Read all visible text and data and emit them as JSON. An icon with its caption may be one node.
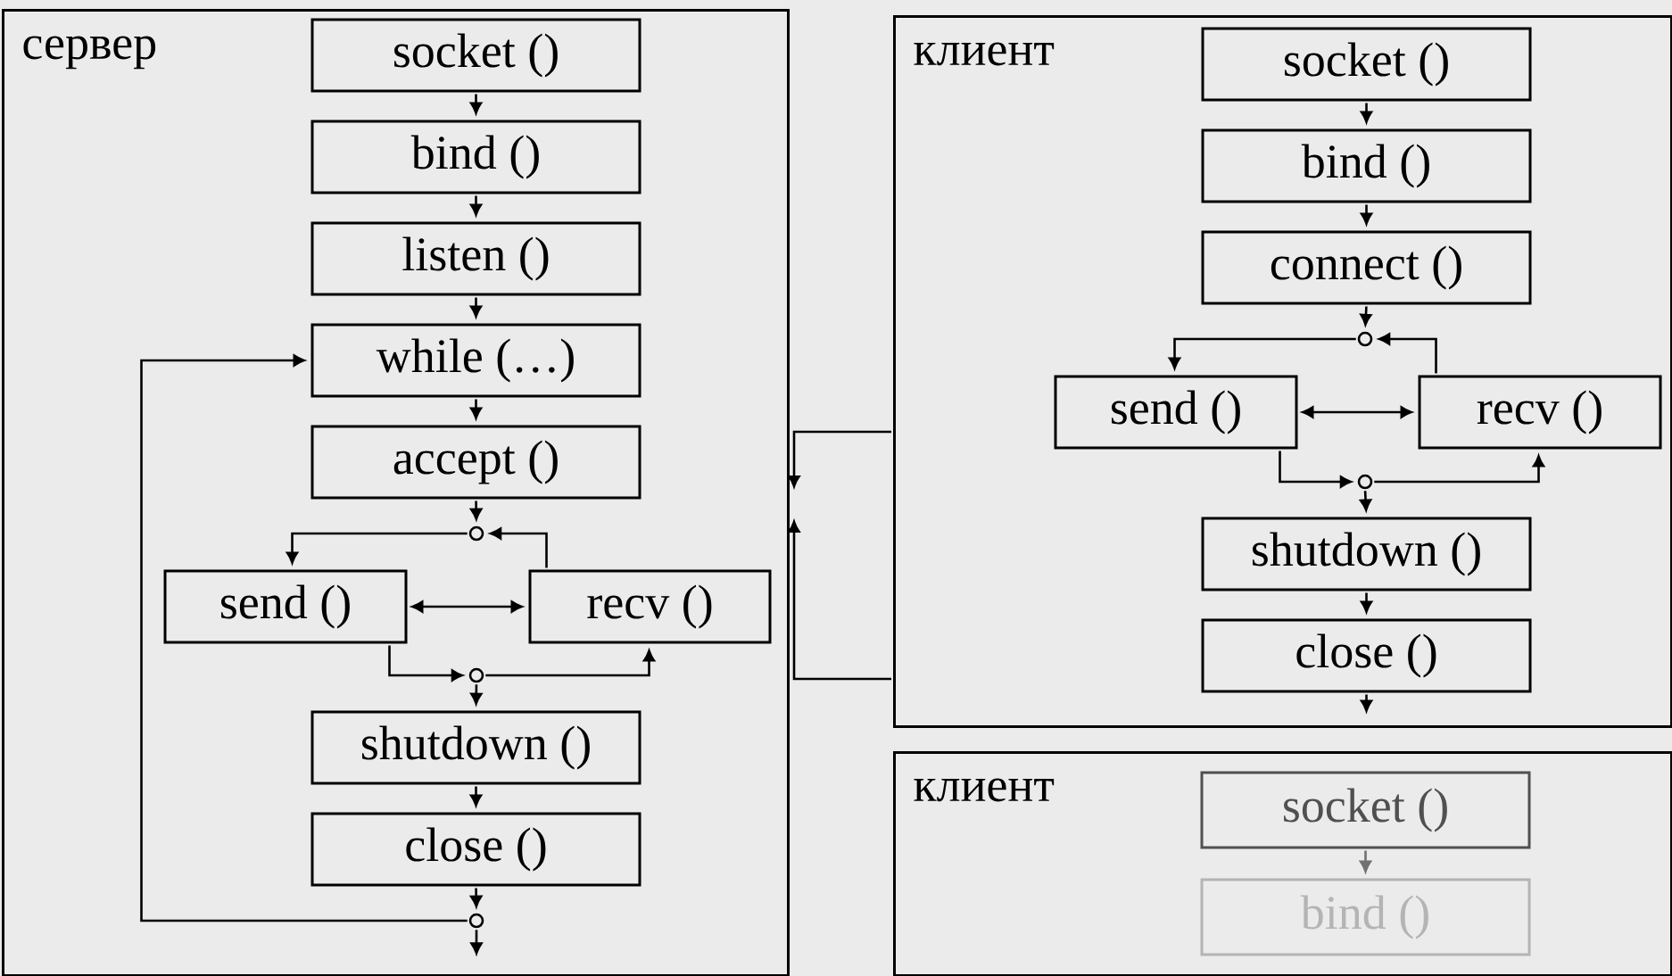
{
  "diagram": {
    "nodes": [
      {
        "text": [
          "сервер"
        ]
      },
      {
        "text": [
          "socket ()"
        ],
        "in": 0
      },
      {
        "text": [
          "bind ()"
        ],
        "in": 0
      },
      {
        "text": [
          "listen ()"
        ],
        "in": 0
      },
      {
        "text": [
          "while (…)"
        ],
        "in": 0
      },
      {
        "text": [
          "accept ()"
        ],
        "in": 0
      },
      {
        "text": [],
        "shape": "circle",
        "in": 0
      },
      {
        "text": [
          "send ()"
        ],
        "in": 0
      },
      {
        "text": [
          "recv ()"
        ],
        "in": 0
      },
      {
        "text": [],
        "shape": "circle",
        "in": 0
      },
      {
        "text": [
          "shutdown ()"
        ],
        "in": 0
      },
      {
        "text": [
          "close ()"
        ],
        "in": 0
      },
      {
        "text": [],
        "shape": "circle",
        "in": 0
      },
      {
        "text": [
          "клиент"
        ]
      },
      {
        "text": [
          "socket ()"
        ],
        "in": 13
      },
      {
        "text": [
          "bind ()"
        ],
        "in": 13
      },
      {
        "text": [
          "connect ()"
        ],
        "in": 13
      },
      {
        "text": [],
        "shape": "circle",
        "in": 13
      },
      {
        "text": [
          "send ()"
        ],
        "in": 13
      },
      {
        "text": [
          "recv ()"
        ],
        "in": 13
      },
      {
        "text": [],
        "shape": "circle",
        "in": 13
      },
      {
        "text": [
          "shutdown ()"
        ],
        "in": 13
      },
      {
        "text": [
          "close ()"
        ],
        "in": 13
      },
      {
        "text": [
          "клиент"
        ]
      },
      {
        "text": [
          "socket ()"
        ],
        "in": 23
      },
      {
        "text": [
          "bind ()"
        ],
        "in": 23
      }
    ],
    "edges": [
      {
        "from": 1,
        "to": 2,
        "arrow": "to"
      },
      {
        "from": 2,
        "to": 3,
        "arrow": "to"
      },
      {
        "from": 3,
        "to": 4,
        "arrow": "to"
      },
      {
        "from": 4,
        "to": 5,
        "arrow": "to"
      },
      {
        "from": 5,
        "to": 6,
        "arrow": "to"
      },
      {
        "from": 6,
        "to": 7,
        "arrow": "to"
      },
      {
        "from": 8,
        "to": 6,
        "arrow": "to"
      },
      {
        "from": 7,
        "to": 8,
        "arrow": "both"
      },
      {
        "from": 7,
        "to": 9,
        "arrow": "to"
      },
      {
        "from": 9,
        "to": 8,
        "arrow": "to"
      },
      {
        "from": 9,
        "to": 10,
        "arrow": "to"
      },
      {
        "from": 10,
        "to": 11,
        "arrow": "to"
      },
      {
        "from": 11,
        "to": 12,
        "arrow": "to"
      },
      {
        "from": 12,
        "to": 4,
        "arrow": "to"
      },
      {
        "from": 12,
        "to": null,
        "arrow": "to"
      },
      {
        "from": 13,
        "to": 0,
        "arrow": "to"
      },
      {
        "from": 14,
        "to": 15,
        "arrow": "to"
      },
      {
        "from": 15,
        "to": 16,
        "arrow": "to"
      },
      {
        "from": 16,
        "to": 17,
        "arrow": "to"
      },
      {
        "from": 17,
        "to": 18,
        "arrow": "to"
      },
      {
        "from": 19,
        "to": 17,
        "arrow": "to"
      },
      {
        "from": 18,
        "to": 19,
        "arrow": "both"
      },
      {
        "from": 18,
        "to": 20,
        "arrow": "to"
      },
      {
        "from": 20,
        "to": 19,
        "arrow": "to"
      },
      {
        "from": 20,
        "to": 21,
        "arrow": "to"
      },
      {
        "from": 21,
        "to": 22,
        "arrow": "to"
      },
      {
        "from": 22,
        "to": null,
        "arrow": "to"
      },
      {
        "from": 24,
        "to": 25,
        "arrow": "to",
        "color": "#707070"
      },
      {
        "from": 13,
        "to": 0,
        "arrow": "to"
      }
    ]
  }
}
